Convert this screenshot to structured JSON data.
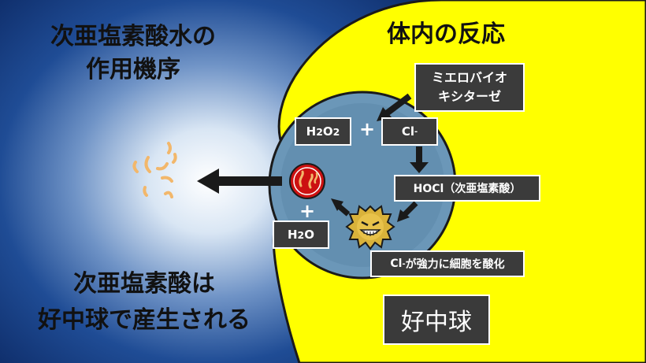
{
  "title_left": {
    "line1": "次亜塩素酸水の",
    "line2": "作用機序"
  },
  "title_right": "体内の反応",
  "footer_left": {
    "line1": "次亜塩素酸は",
    "line2": "好中球で産生される"
  },
  "enzyme": {
    "line1": "ミエロバイオ",
    "line2": "キシターゼ"
  },
  "h2o2": {
    "h": "H",
    "sub1": "2",
    "o": "O",
    "sub2": "2"
  },
  "chloride": {
    "base": "Cl",
    "sup": "-"
  },
  "hocl": "HOCl（次亜塩素酸）",
  "water": {
    "h": "H",
    "sub": "2",
    "o": "O"
  },
  "oxidation": {
    "base": "Cl",
    "sup": "-",
    "rest": "が強力に細胞を酸化"
  },
  "plus_sign": "+",
  "cell_label": "好中球",
  "colors": {
    "neutrophil": "#ffff00",
    "vacuole": "#6b97b8",
    "label_box": "#3b3b3b",
    "arrow": "#1a1a1a",
    "bacterium": "#d9b23a",
    "dead_bacterium": "#cc1111",
    "fragments": "#f2b76b",
    "background_dark": "#0f2e6b"
  },
  "icons": {
    "bacterium": "spiky-germ-icon",
    "destroyed_bacterium": "red-cell-icon",
    "fragments": "debris-icon"
  }
}
